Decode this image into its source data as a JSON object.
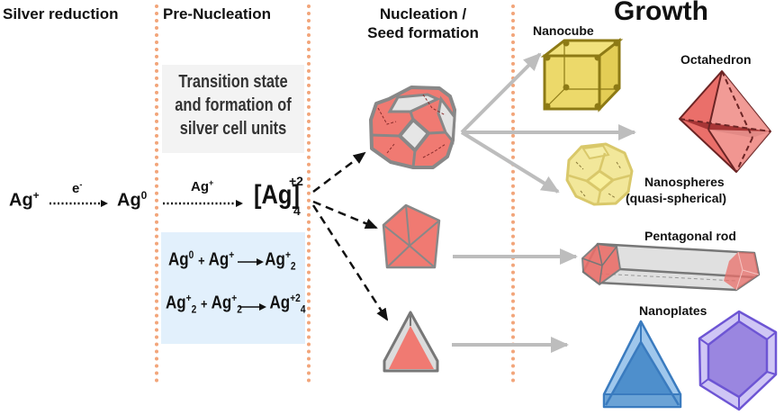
{
  "stages": {
    "silver_reduction": "Silver reduction",
    "pre_nucleation": "Pre-Nucleation",
    "nucleation_line1": "Nucleation /",
    "nucleation_line2": "Seed formation",
    "growth": "Growth"
  },
  "transition_box": {
    "line1": "Transition state",
    "line2": "and formation of",
    "line3": "silver cell units"
  },
  "reaction_chain": {
    "ag_ion": "Ag",
    "ag_ion_charge": "+",
    "electron": "e",
    "electron_charge": "-",
    "ag_zero": "Ag",
    "ag_zero_charge": "0",
    "reagent": "Ag",
    "reagent_charge": "+",
    "cluster": "[Ag]",
    "cluster_sub": "4",
    "cluster_charge": "+2"
  },
  "equations": [
    {
      "lhs1": "Ag",
      "lhs1_sup": "0",
      "lhs1_sub": "",
      "lhs2": "Ag",
      "lhs2_sup": "+",
      "lhs2_sub": "",
      "rhs": "Ag",
      "rhs_sup": "+",
      "rhs_sub": "2",
      "plus": "+"
    },
    {
      "lhs1": "Ag",
      "lhs1_sup": "+",
      "lhs1_sub": "2",
      "lhs2": "Ag",
      "lhs2_sup": "+",
      "lhs2_sub": "2",
      "rhs": "Ag",
      "rhs_sup": "+2",
      "rhs_sub": "4",
      "plus": "+"
    }
  ],
  "products": {
    "nanocube": "Nanocube",
    "octahedron": "Octahedron",
    "nanospheres_line1": "Nanospheres",
    "nanospheres_line2": "(quasi-spherical)",
    "pentagonal_rod": "Pentagonal rod",
    "nanoplates": "Nanoplates"
  },
  "colors": {
    "separator": "#f2a57a",
    "seed_red": "#f07a72",
    "cube_yellow": "#ecd96a",
    "sphere_yellow": "#f2e79a",
    "plate_blue": "#4e8fcc",
    "plate_purple": "#9a86e0",
    "arrow_gray": "#bdbdbd"
  }
}
